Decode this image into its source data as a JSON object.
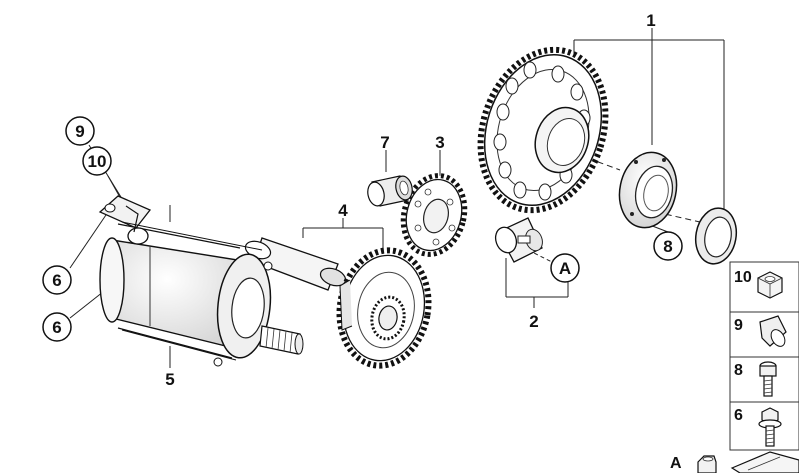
{
  "callouts": {
    "c1": "1",
    "c2": "2",
    "c3": "3",
    "c4": "4",
    "c5": "5",
    "c6a": "6",
    "c6b": "6",
    "c7": "7",
    "c8": "8",
    "c9": "9",
    "c10": "10",
    "cA": "A"
  },
  "legend": {
    "l10": "10",
    "l9": "9",
    "l8": "8",
    "l6": "6",
    "lA": "A"
  }
}
